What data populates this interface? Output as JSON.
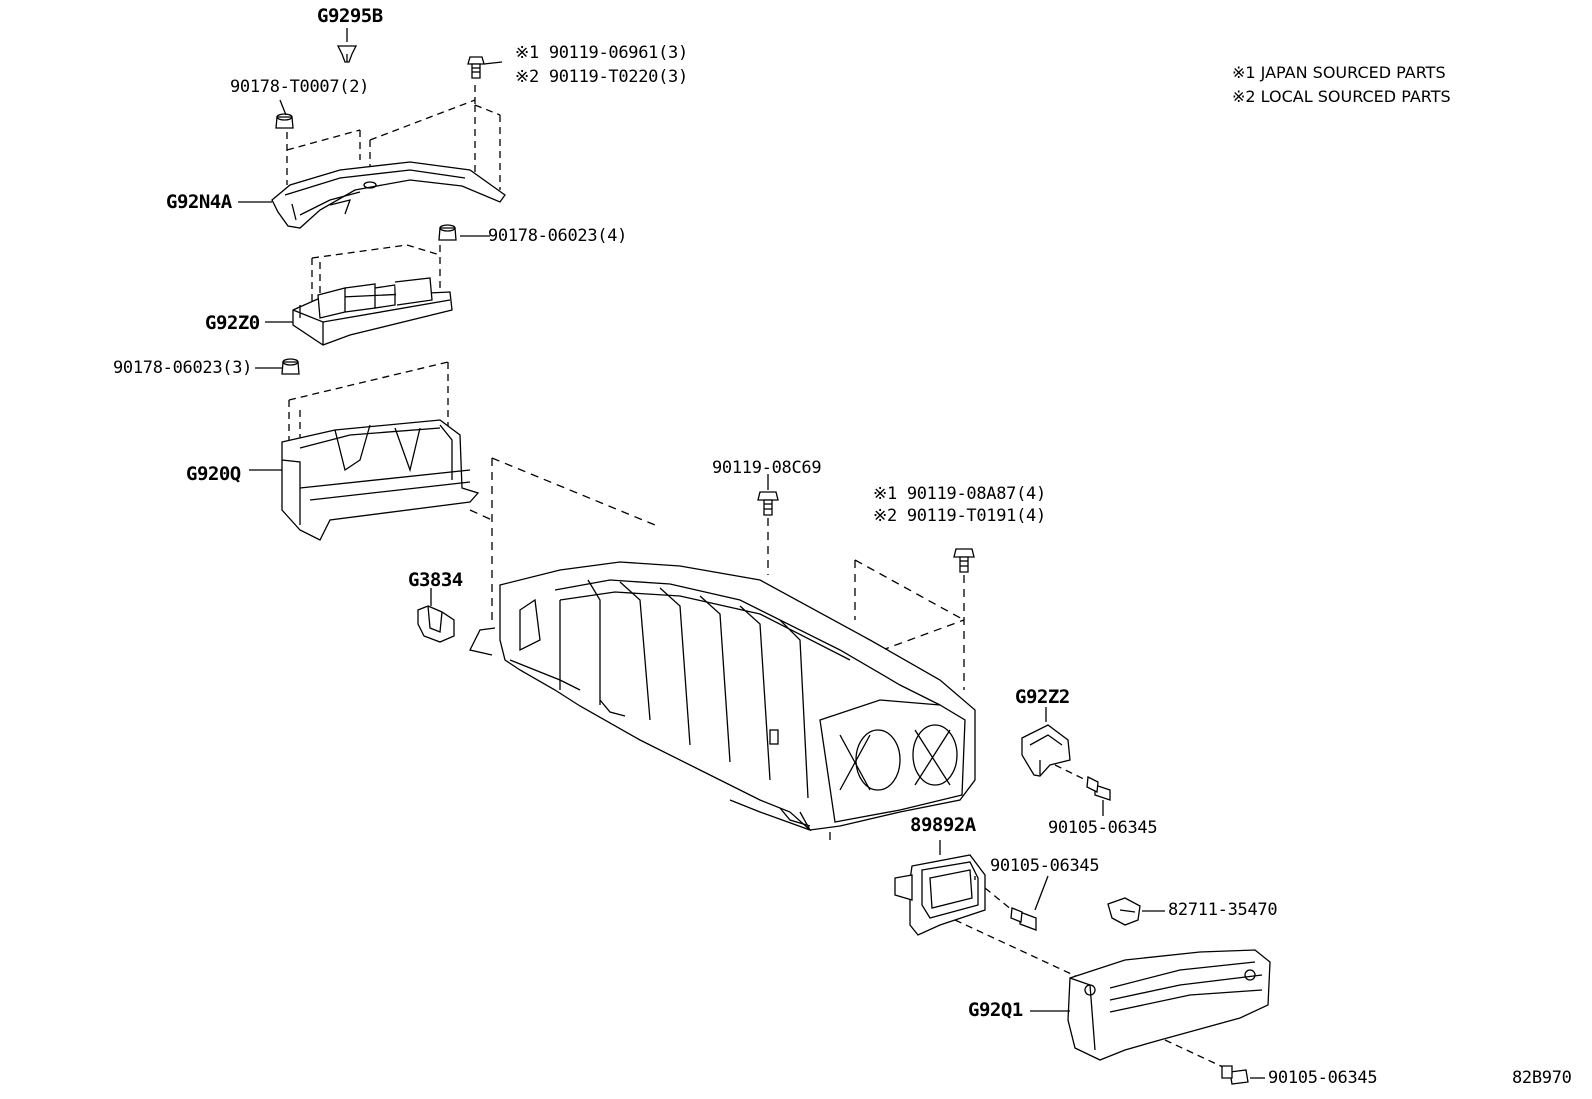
{
  "legend": {
    "note1": "※1 JAPAN SOURCED PARTS",
    "note2": "※2 LOCAL SOURCED PARTS"
  },
  "diagram_id": "82B970",
  "parts": {
    "g9295b": "G9295B",
    "n90178_t0007": "90178-T0007(2)",
    "n90119_06961": "※1 90119-06961(3)",
    "n90119_t0220": "※2 90119-T0220(3)",
    "g92n4a": "G92N4A",
    "n90178_06023_4": "90178-06023(4)",
    "g92z0": "G92Z0",
    "n90178_06023_3": "90178-06023(3)",
    "g920q": "G920Q",
    "n90119_08c69": "90119-08C69",
    "n90119_08a87": "※1 90119-08A87(4)",
    "n90119_t0191": "※2 90119-T0191(4)",
    "g3834": "G3834",
    "g92z2": "G92Z2",
    "n90105_06345_a": "90105-06345",
    "g89892a": "89892A",
    "n90105_06345_b": "90105-06345",
    "n82711_35470": "82711-35470",
    "g92q1": "G92Q1",
    "n90105_06345_c": "90105-06345"
  }
}
